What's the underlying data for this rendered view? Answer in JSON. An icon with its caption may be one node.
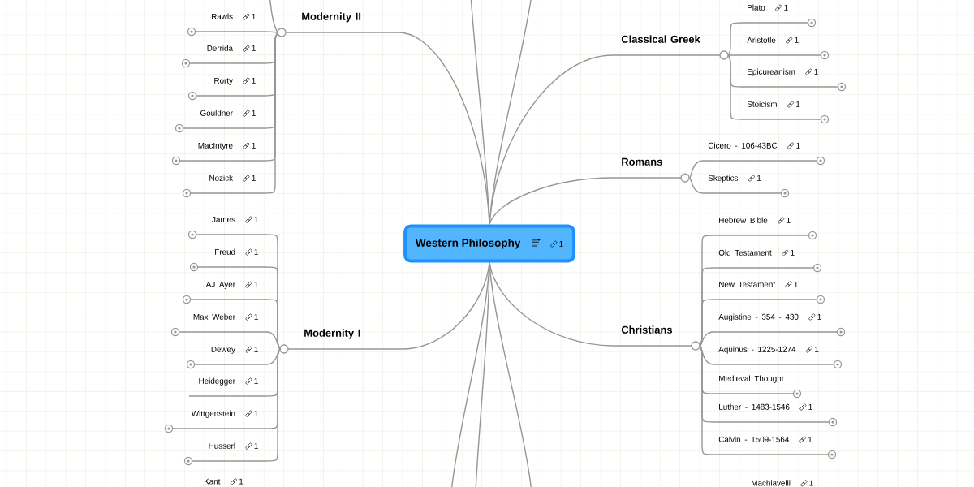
{
  "diagram": {
    "nodes": [
      {
        "text": [
          "Western Philosophy",
          "1"
        ]
      },
      {
        "text": [
          "Modernity II"
        ]
      },
      {
        "text": [
          "Rawls",
          "1"
        ]
      },
      {
        "text": [
          "Derrida",
          "1"
        ]
      },
      {
        "text": [
          "Rorty",
          "1"
        ]
      },
      {
        "text": [
          "Gouldner",
          "1"
        ]
      },
      {
        "text": [
          "MacIntyre",
          "1"
        ]
      },
      {
        "text": [
          "Nozick",
          "1"
        ]
      },
      {
        "text": [
          "Modernity I"
        ]
      },
      {
        "text": [
          "James",
          "1"
        ]
      },
      {
        "text": [
          "Freud",
          "1"
        ]
      },
      {
        "text": [
          "AJ Ayer",
          "1"
        ]
      },
      {
        "text": [
          "Max Weber",
          "1"
        ]
      },
      {
        "text": [
          "Dewey",
          "1"
        ]
      },
      {
        "text": [
          "Heidegger",
          "1"
        ]
      },
      {
        "text": [
          "Wittgenstein",
          "1"
        ]
      },
      {
        "text": [
          "Husserl",
          "1"
        ]
      },
      {
        "text": [
          "Kant",
          "1"
        ]
      },
      {
        "text": [
          "Classical Greek"
        ]
      },
      {
        "text": [
          "Plato",
          "1"
        ]
      },
      {
        "text": [
          "Aristotle",
          "1"
        ]
      },
      {
        "text": [
          "Epicureanism",
          "1"
        ]
      },
      {
        "text": [
          "Stoicism",
          "1"
        ]
      },
      {
        "text": [
          "Romans"
        ]
      },
      {
        "text": [
          "Cicero - 106-43BC",
          "1"
        ]
      },
      {
        "text": [
          "Skeptics",
          "1"
        ]
      },
      {
        "text": [
          "Christians"
        ]
      },
      {
        "text": [
          "Hebrew Bible",
          "1"
        ]
      },
      {
        "text": [
          "Old Testament",
          "1"
        ]
      },
      {
        "text": [
          "New Testament",
          "1"
        ]
      },
      {
        "text": [
          "Augistine - 354 - 430",
          "1"
        ]
      },
      {
        "text": [
          "Aquinus - 1225-1274",
          "1"
        ]
      },
      {
        "text": [
          "Medieval Thought"
        ]
      },
      {
        "text": [
          "Luther - 1483-1546",
          "1"
        ]
      },
      {
        "text": [
          "Calvin - 1509-1564",
          "1"
        ]
      },
      {
        "text": [
          "Machiavelli",
          "1"
        ]
      }
    ],
    "edges": [
      {
        "from": 0,
        "to": 1,
        "arrow": "none"
      },
      {
        "from": 1,
        "to": null,
        "arrow": "none"
      },
      {
        "from": 1,
        "to": 2,
        "arrow": "none"
      },
      {
        "from": 1,
        "to": 3,
        "arrow": "none"
      },
      {
        "from": 1,
        "to": 4,
        "arrow": "none"
      },
      {
        "from": 1,
        "to": 5,
        "arrow": "none"
      },
      {
        "from": 1,
        "to": 6,
        "arrow": "none"
      },
      {
        "from": 1,
        "to": 7,
        "arrow": "none"
      },
      {
        "from": 0,
        "to": 8,
        "arrow": "none"
      },
      {
        "from": 8,
        "to": 9,
        "arrow": "none"
      },
      {
        "from": 8,
        "to": 10,
        "arrow": "none"
      },
      {
        "from": 8,
        "to": 11,
        "arrow": "none"
      },
      {
        "from": 8,
        "to": 12,
        "arrow": "none"
      },
      {
        "from": 8,
        "to": 13,
        "arrow": "none"
      },
      {
        "from": 8,
        "to": 14,
        "arrow": "none"
      },
      {
        "from": 8,
        "to": 15,
        "arrow": "none"
      },
      {
        "from": 8,
        "to": 16,
        "arrow": "none"
      },
      {
        "from": 0,
        "to": 18,
        "arrow": "none"
      },
      {
        "from": 18,
        "to": 19,
        "arrow": "none"
      },
      {
        "from": 18,
        "to": 20,
        "arrow": "none"
      },
      {
        "from": 18,
        "to": 21,
        "arrow": "none"
      },
      {
        "from": 18,
        "to": 22,
        "arrow": "none"
      },
      {
        "from": 0,
        "to": 23,
        "arrow": "none"
      },
      {
        "from": 23,
        "to": 24,
        "arrow": "none"
      },
      {
        "from": 23,
        "to": 25,
        "arrow": "none"
      },
      {
        "from": 0,
        "to": 26,
        "arrow": "none"
      },
      {
        "from": 26,
        "to": 27,
        "arrow": "none"
      },
      {
        "from": 26,
        "to": 28,
        "arrow": "none"
      },
      {
        "from": 26,
        "to": 29,
        "arrow": "none"
      },
      {
        "from": 26,
        "to": 30,
        "arrow": "none"
      },
      {
        "from": 26,
        "to": 31,
        "arrow": "none"
      },
      {
        "from": 26,
        "to": 32,
        "arrow": "none"
      },
      {
        "from": 26,
        "to": 33,
        "arrow": "none"
      },
      {
        "from": 26,
        "to": 34,
        "arrow": "none"
      },
      {
        "from": 0,
        "to": null,
        "arrow": "none"
      },
      {
        "from": 0,
        "to": null,
        "arrow": "none"
      },
      {
        "from": 0,
        "to": null,
        "arrow": "none"
      },
      {
        "from": 0,
        "to": null,
        "arrow": "none"
      },
      {
        "from": 0,
        "to": null,
        "arrow": "none"
      }
    ]
  }
}
